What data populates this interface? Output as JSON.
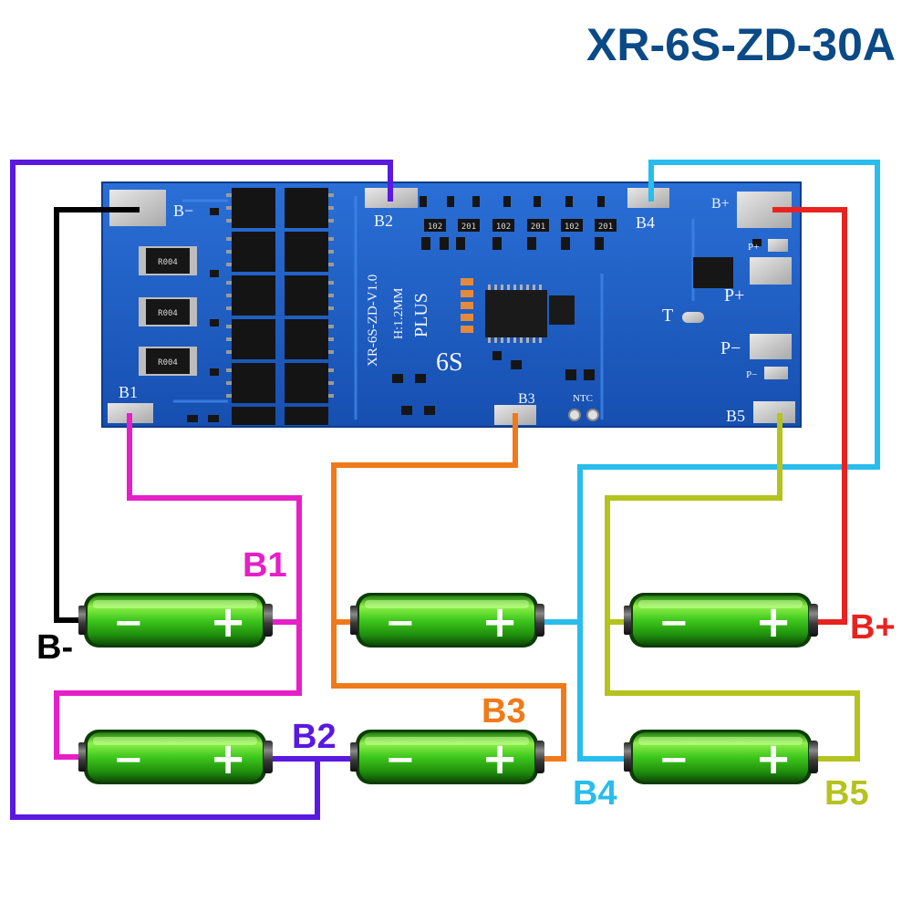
{
  "title": "XR-6S-ZD-30A",
  "board": {
    "pads": {
      "b_minus": "B−",
      "b1": "B1",
      "b2": "B2",
      "b3": "B3",
      "b4": "B4",
      "b5": "B5",
      "b_plus": "B+",
      "p_plus_small": "P+",
      "p_plus": "P+",
      "p_minus": "P−",
      "p_minus_small": "P−",
      "t": "T",
      "ntc": "NTC"
    },
    "silkscreen": {
      "model": "XR-6S-ZD-V1.0",
      "thickness": "H:1.2MM",
      "plus": "PLUS",
      "cells": "6S"
    },
    "resistors": [
      "R004",
      "R004",
      "R004"
    ],
    "small_resistors": [
      "102",
      "201",
      "102",
      "201",
      "102",
      "201"
    ]
  },
  "wire_labels": {
    "b_minus": "B-",
    "b1": "B1",
    "b2": "B2",
    "b3": "B3",
    "b4": "B4",
    "b5": "B5",
    "b_plus": "B+"
  },
  "battery_signs": {
    "minus": "−",
    "plus": "+"
  },
  "colors": {
    "b_minus": "#000000",
    "b1": "#e61fc8",
    "b2": "#5a18e0",
    "b3": "#f07a1a",
    "b4": "#28bdec",
    "b5": "#b4c31e",
    "b_plus": "#e8231f",
    "pcb": "#1d5fc9",
    "title": "#0b4a86"
  }
}
